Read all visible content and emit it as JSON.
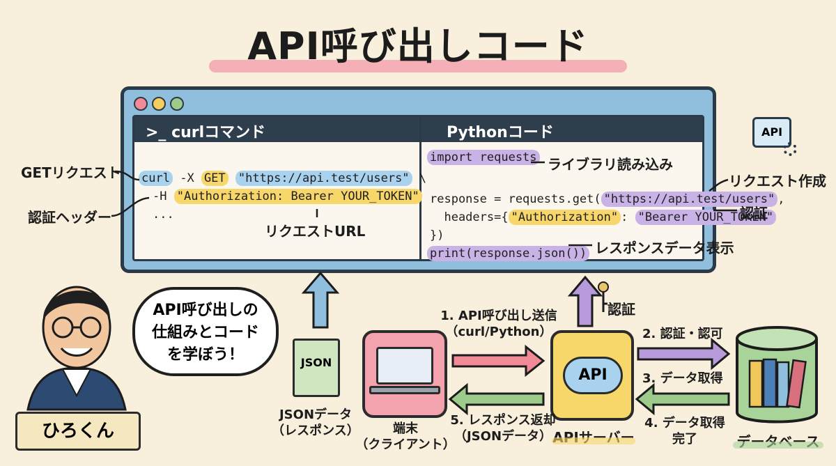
{
  "title": "API呼び出しコード",
  "window": {
    "left_header": ">_ curlコマンド",
    "right_header": "Pythonコード",
    "curl": {
      "cmd": "curl",
      "flag_x": "-X",
      "method": "GET",
      "url": "\"https://api.test/users\"",
      "backslash": "\\",
      "flag_h": "-H",
      "auth_header": "\"Authorization: Bearer YOUR_TOKEN\"",
      "ellipsis": "..."
    },
    "python": {
      "import_line": "import requests",
      "response_line_prefix": "response = requests.get(",
      "response_url": "\"https://api.test/users\"",
      "response_line_suffix": ",",
      "headers_prefix": "  headers={",
      "headers_key": "\"Authorization\"",
      "headers_colon": ": ",
      "headers_value": "\"Bearer YOUR_TOKEN\"",
      "headers_suffix": "",
      "close_line": "})",
      "print_line": "print(response.json())"
    }
  },
  "annotations": {
    "get_request": "GETリクエスト",
    "auth_header": "認証ヘッダー",
    "request_url": "リクエストURL",
    "library_import": "ライブラリ読み込み",
    "request_create": "リクエスト作成",
    "auth": "認証",
    "display_response": "レスポンスデータ表示"
  },
  "character": {
    "speech": [
      "API呼び出しの",
      "仕組みとコード",
      "を学ぼう！"
    ],
    "name": "ひろくん"
  },
  "flow": {
    "json_icon_text": "JSON",
    "json_label": [
      "JSONデータ",
      "（レスポンス）"
    ],
    "terminal_label": [
      "端末",
      "（クライアント）"
    ],
    "api_icon_text": "API",
    "api_label": "APIサーバー",
    "api_badge": "API",
    "db_label": "データベース",
    "auth_label": "認証",
    "step1": [
      "1. API呼び出し送信",
      "（curl/Python）"
    ],
    "step2": "2. 認証・認可",
    "step3": "3. データ取得",
    "step4": [
      "4. データ取得",
      "完了"
    ],
    "step5": [
      "5. レスポンス返却",
      "（JSONデータ）"
    ]
  },
  "colors": {
    "window_frame": "#8fbfdc",
    "header_bg": "#2f3e4d",
    "highlight_blue": "#a9d2ee",
    "highlight_yellow": "#f7d66a",
    "highlight_purple": "#c9b3e6",
    "arrow_pink": "#ef8a96",
    "arrow_green": "#9ccb8c",
    "arrow_purple": "#b79ad9",
    "arrow_blue": "#8fbfdc",
    "api_box": "#f7d66a",
    "terminal_box": "#f2a3ad",
    "db_box": "#a8d49a"
  }
}
